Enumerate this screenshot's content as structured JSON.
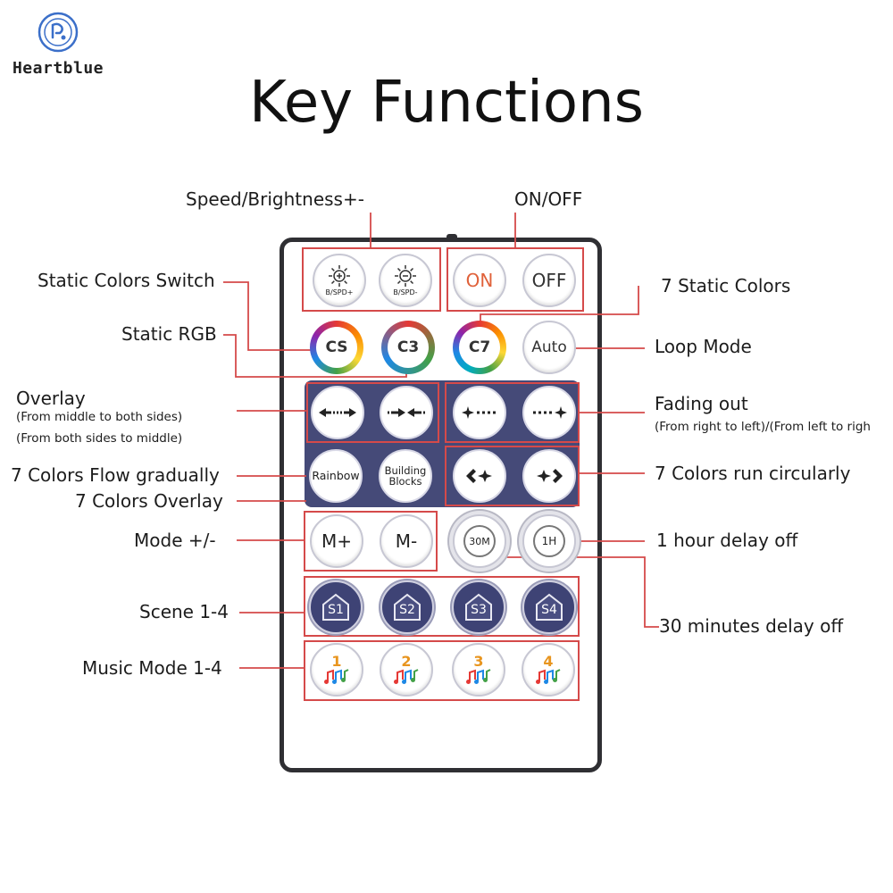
{
  "brand": {
    "name": "Heartblue",
    "logo_icon": "bluebird-circle-icon"
  },
  "title": "Key Functions",
  "callouts": {
    "speed_brightness": "Speed/Brightness+-",
    "on_off": "ON/OFF",
    "static_colors_switch": "Static Colors Switch",
    "seven_static_colors": "7 Static Colors",
    "static_rgb": "Static RGB",
    "loop_mode": "Loop Mode",
    "overlay": "Overlay",
    "overlay_sub1": "(From middle to both sides)",
    "overlay_sub2": "(From both sides to middle)",
    "fading_out": "Fading out",
    "fading_out_sub": "(From right to left)/(From left to righ",
    "seven_colors_flow": "7 Colors Flow gradually",
    "seven_colors_overlay": "7 Colors Overlay",
    "seven_colors_run": "7 Colors run circularly",
    "mode": "Mode +/-",
    "one_hour_delay": "1 hour delay off",
    "scene": "Scene 1-4",
    "thirty_min_delay": "30 minutes delay off",
    "music_mode": "Music Mode 1-4"
  },
  "buttons": {
    "bspd_plus": "B/SPD+",
    "bspd_minus": "B/SPD-",
    "on": "ON",
    "off": "OFF",
    "cs": "CS",
    "c3": "C3",
    "c7": "C7",
    "auto": "Auto",
    "rainbow": "Rainbow",
    "building_blocks": "Building Blocks",
    "m_plus": "M+",
    "m_minus": "M-",
    "thirty_m": "30M",
    "one_h": "1H",
    "scenes": [
      "S1",
      "S2",
      "S3",
      "S4"
    ],
    "music": [
      "1",
      "2",
      "3",
      "4"
    ]
  },
  "colors": {
    "panel": "#454a78",
    "callout_line": "#d54a4a",
    "on_text": "#e0613a",
    "music_number": "#e8951f"
  }
}
